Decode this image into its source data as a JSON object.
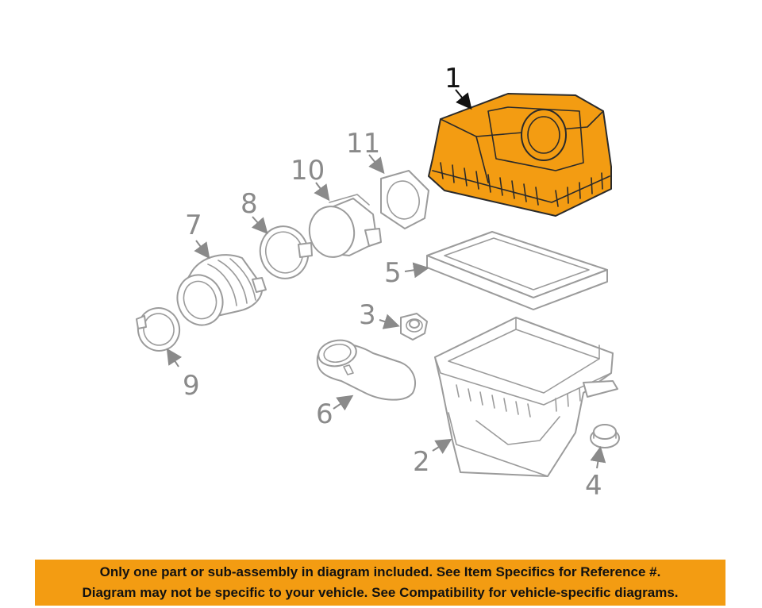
{
  "callouts": {
    "n1": "1",
    "n2": "2",
    "n3": "3",
    "n4": "4",
    "n5": "5",
    "n6": "6",
    "n7": "7",
    "n8": "8",
    "n9": "9",
    "n10": "10",
    "n11": "11"
  },
  "highlight_color": "#f39c12",
  "banner": {
    "line1": "Only one part or sub-assembly in diagram included. See Item Specifics for Reference #.",
    "line2": "Diagram may not be specific to your vehicle. See Compatibility for vehicle-specific diagrams."
  }
}
